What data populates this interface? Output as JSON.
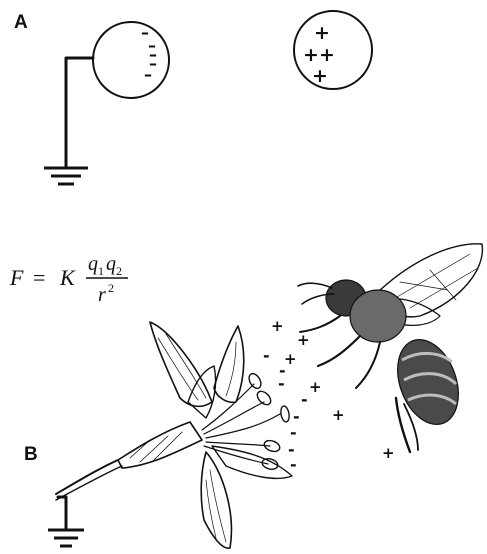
{
  "panels": {
    "a": {
      "label": "A"
    },
    "b": {
      "label": "B"
    }
  },
  "formula": {
    "lhs": "F",
    "equals": "=",
    "constant": "K",
    "q": "q",
    "sub1": "1",
    "sub2": "2",
    "r": "r",
    "power": "2"
  },
  "charges": {
    "negative": "-",
    "negative_bar": "–",
    "positive": "+"
  }
}
